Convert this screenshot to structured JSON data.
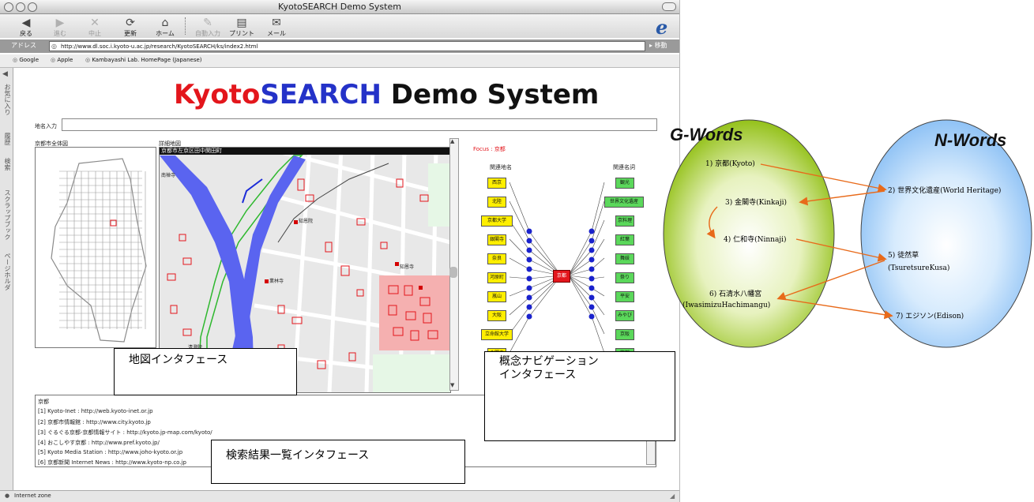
{
  "window": {
    "title": "KyotoSEARCH Demo System"
  },
  "toolbar": {
    "back": "戻る",
    "forward": "進む",
    "stop": "中止",
    "refresh": "更新",
    "home": "ホーム",
    "autofill": "自動入力",
    "print": "プリント",
    "mail": "メール"
  },
  "address": {
    "label": "アドレス",
    "url": "http://www.dl.soc.i.kyoto-u.ac.jp/research/KyotoSEARCH/ks/index2.html",
    "go": "移動"
  },
  "favorites": [
    "Google",
    "Apple",
    "Kambayashi Lab. HomePage (Japanese)"
  ],
  "side_tabs": [
    "お気に入り",
    "履歴",
    "検索",
    "スクラップブック",
    "ページホルダ"
  ],
  "page": {
    "logo_kyoto": "Kyoto",
    "logo_search": "SEARCH",
    "logo_rest": " Demo System",
    "place_label": "地名入力",
    "overview_label": "京都市全体図",
    "detail_label": "詳細地図",
    "detail_header": "京都市左京区田中関田町",
    "map_labels": [
      "南禅寺",
      "知恩院",
      "業林寺",
      "知恩寺",
      "清澄院"
    ],
    "focus": "Focus : 京都",
    "left_column_label": "関連地名",
    "right_column_label": "関連名詞",
    "center_node": "京都",
    "left_nodes": [
      "西京",
      "北陸",
      "京都大学",
      "銀閣寺",
      "奈良",
      "河原町",
      "嵐山",
      "大阪",
      "立命館大学",
      "金閣寺"
    ],
    "right_nodes": [
      "観光",
      "世界文化遺産",
      "京料理",
      "紅葉",
      "舞妓",
      "祭り",
      "平安",
      "みやび",
      "京阪",
      "旅館"
    ]
  },
  "captions": {
    "map": "地図インタフェース",
    "concept_line1": "概念ナビゲーション",
    "concept_line2": "インタフェース",
    "results": "検索結果一覧インタフェース"
  },
  "results": {
    "heading": "京都",
    "items": [
      "[1] Kyoto-Inet : http://web.kyoto-inet.or.jp",
      "[2] 京都市情報館 : http://www.city.kyoto.jp",
      "[3] ぐるぐる京都-京都情報サイト : http://kyoto.jp-map.com/kyoto/",
      "[4] おこしやす京都 : http://www.pref.kyoto.jp/",
      "[5] Kyoto Media Station : http://www.joho-kyoto.or.jp",
      "[6] 京都新聞 Internet News : http://www.kyoto-np.co.jp"
    ]
  },
  "status": {
    "text": "Internet zone"
  },
  "venn": {
    "g_title": "G-Words",
    "n_title": "N-Words",
    "g_items": [
      "1) 京都(Kyoto)",
      "3) 金閣寺(Kinkaji)",
      "4) 仁和寺(Ninnaji)",
      "6) 石清水八幡宮",
      "(IwasimizuHachimangu)"
    ],
    "n_items": [
      "2) 世界文化遺産(World Heritage)",
      "5) 徒然草",
      "(TsuretsureKusa)",
      "7) エジソン(Edison)"
    ],
    "colors": {
      "g_fill": "#94c11a",
      "n_fill": "#8fc2f5",
      "arrow": "#e86a1a"
    }
  }
}
